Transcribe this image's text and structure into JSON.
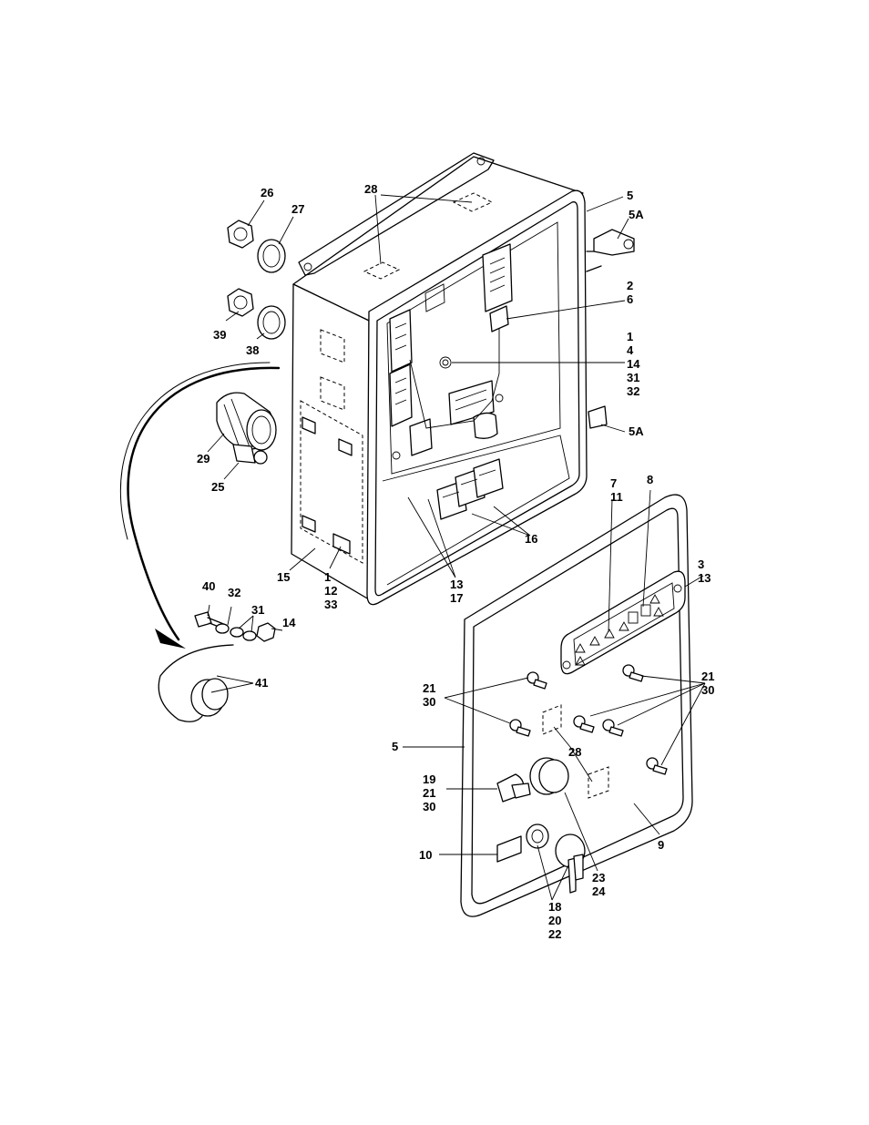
{
  "callouts": [
    {
      "id": "c26",
      "lines": [
        "26"
      ]
    },
    {
      "id": "c27",
      "lines": [
        "27"
      ]
    },
    {
      "id": "c28a",
      "lines": [
        "28"
      ]
    },
    {
      "id": "c5a",
      "lines": [
        "5"
      ]
    },
    {
      "id": "c5Aa",
      "lines": [
        "5A"
      ]
    },
    {
      "id": "c2",
      "lines": [
        "2",
        "6"
      ]
    },
    {
      "id": "c39",
      "lines": [
        "39"
      ]
    },
    {
      "id": "c38",
      "lines": [
        "38"
      ]
    },
    {
      "id": "c1a",
      "lines": [
        "1",
        "4",
        "14",
        "31",
        "32"
      ]
    },
    {
      "id": "c5Ab",
      "lines": [
        "5A"
      ]
    },
    {
      "id": "c29",
      "lines": [
        "29"
      ]
    },
    {
      "id": "c25",
      "lines": [
        "25"
      ]
    },
    {
      "id": "c7",
      "lines": [
        "7",
        "11"
      ]
    },
    {
      "id": "c8",
      "lines": [
        "8"
      ]
    },
    {
      "id": "c16",
      "lines": [
        "16"
      ]
    },
    {
      "id": "c3",
      "lines": [
        "3",
        "13"
      ]
    },
    {
      "id": "c13",
      "lines": [
        "13",
        "17"
      ]
    },
    {
      "id": "c15",
      "lines": [
        "15"
      ]
    },
    {
      "id": "c1b",
      "lines": [
        "1",
        "12",
        "33"
      ]
    },
    {
      "id": "c40",
      "lines": [
        "40"
      ]
    },
    {
      "id": "c32",
      "lines": [
        "32"
      ]
    },
    {
      "id": "c31",
      "lines": [
        "31"
      ]
    },
    {
      "id": "c14",
      "lines": [
        "14"
      ]
    },
    {
      "id": "c41",
      "lines": [
        "41"
      ]
    },
    {
      "id": "c21a",
      "lines": [
        "21",
        "30"
      ]
    },
    {
      "id": "c21b",
      "lines": [
        "21",
        "30"
      ]
    },
    {
      "id": "c5b",
      "lines": [
        "5"
      ]
    },
    {
      "id": "c28b",
      "lines": [
        "28"
      ]
    },
    {
      "id": "c19",
      "lines": [
        "19",
        "21",
        "30"
      ]
    },
    {
      "id": "c9",
      "lines": [
        "9"
      ]
    },
    {
      "id": "c10",
      "lines": [
        "10"
      ]
    },
    {
      "id": "c23",
      "lines": [
        "23",
        "24"
      ]
    },
    {
      "id": "c18",
      "lines": [
        "18",
        "20",
        "22"
      ]
    }
  ]
}
